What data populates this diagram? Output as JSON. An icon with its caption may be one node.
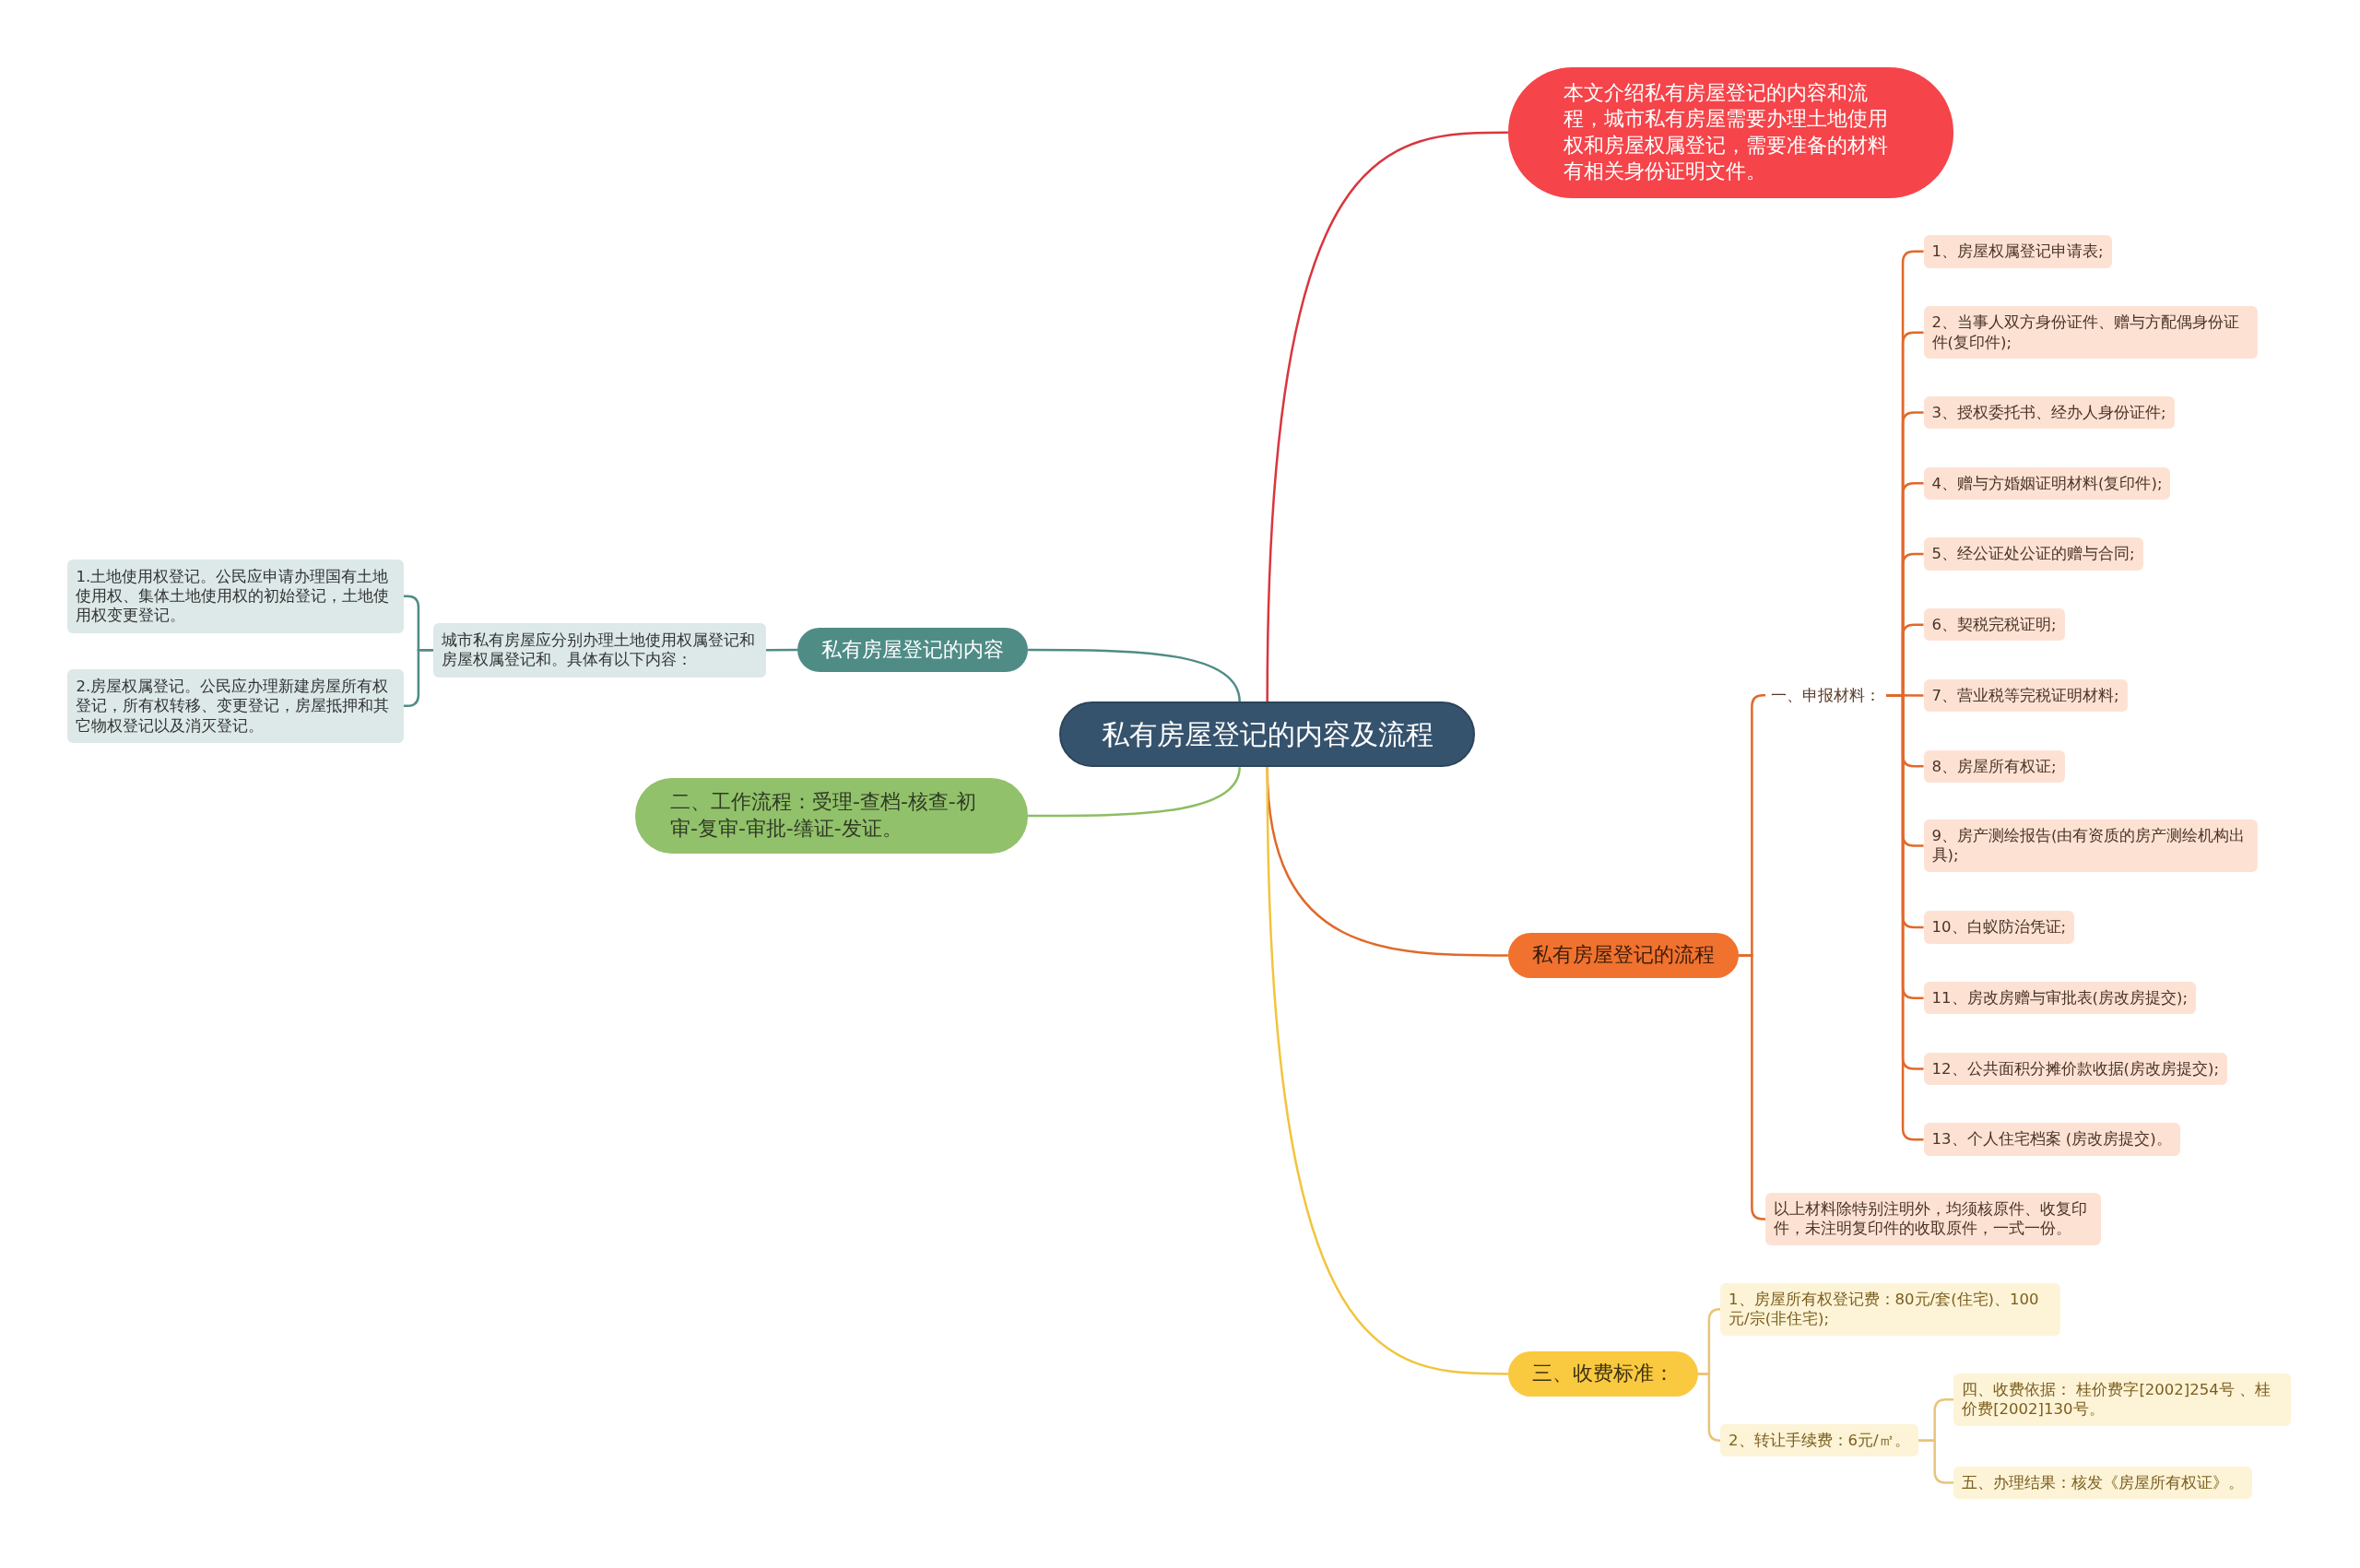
{
  "diagram": {
    "nodes": [
      {
        "text": [
          "私有房屋登记的内容及流程"
        ]
      },
      {
        "text": [
          "本文介绍私有房屋登记的内容和流程，城市私有房屋需要办理土地使用权和房屋权属登记，需要准备的材料有相关身份证明文件。"
        ]
      },
      {
        "text": [
          "私有房屋登记的内容"
        ]
      },
      {
        "text": [
          "城市私有房屋应分别办理土地使用权属登记和房屋权属登记和。具体有以下内容："
        ]
      },
      {
        "text": [
          "1.土地使用权登记。公民应申请办理国有土地使用权、集体土地使用权的初始登记，土地使用权变更登记。"
        ]
      },
      {
        "text": [
          "2.房屋权属登记。公民应办理新建房屋所有权登记，所有权转移、变更登记，房屋抵押和其它物权登记以及消灭登记。"
        ]
      },
      {
        "text": [
          "二、工作流程：受理-查档-核查-初审-复审-审批-缮证-发证。"
        ]
      },
      {
        "text": [
          "私有房屋登记的流程"
        ]
      },
      {
        "text": [
          "一、申报材料："
        ]
      },
      {
        "text": [
          "1、房屋权属登记申请表;"
        ]
      },
      {
        "text": [
          "2、当事人双方身份证件、赠与方配偶身份证件(复印件);"
        ]
      },
      {
        "text": [
          "3、授权委托书、经办人身份证件;"
        ]
      },
      {
        "text": [
          "4、赠与方婚姻证明材料(复印件);"
        ]
      },
      {
        "text": [
          "5、经公证处公证的赠与合同;"
        ]
      },
      {
        "text": [
          "6、契税完税证明;"
        ]
      },
      {
        "text": [
          "7、营业税等完税证明材料;"
        ]
      },
      {
        "text": [
          "8、房屋所有权证;"
        ]
      },
      {
        "text": [
          "9、房产测绘报告(由有资质的房产测绘机构出具);"
        ]
      },
      {
        "text": [
          "10、白蚁防治凭证;"
        ]
      },
      {
        "text": [
          "11、房改房赠与审批表(房改房提交);"
        ]
      },
      {
        "text": [
          "12、公共面积分摊价款收据(房改房提交);"
        ]
      },
      {
        "text": [
          "13、个人住宅档案 (房改房提交)。"
        ]
      },
      {
        "text": [
          "以上材料除特别注明外，均须核原件、收复印件，未注明复印件的收取原件，一式一份。"
        ]
      },
      {
        "text": [
          "三、收费标准："
        ]
      },
      {
        "text": [
          "1、房屋所有权登记费：80元/套(住宅)、100元/宗(非住宅);"
        ]
      },
      {
        "text": [
          "2、转让手续费：6元/㎡。"
        ]
      },
      {
        "text": [
          "四、收费依据： 桂价费字[2002]254号 、桂价费[2002]130号。"
        ]
      },
      {
        "text": [
          "五、办理结果：核发《房屋所有权证》。"
        ]
      }
    ],
    "edges": [
      {
        "from": 0,
        "to": 1,
        "arrow": "none",
        "color": "#d9363e"
      },
      {
        "from": 0,
        "to": 2,
        "arrow": "none",
        "color": "#4f8c86"
      },
      {
        "from": 2,
        "to": 3,
        "arrow": "none",
        "color": "#4f8c86"
      },
      {
        "from": 3,
        "to": 4,
        "arrow": "none",
        "color": "#4f8c86"
      },
      {
        "from": 3,
        "to": 5,
        "arrow": "none",
        "color": "#4f8c86"
      },
      {
        "from": 0,
        "to": 6,
        "arrow": "none",
        "color": "#8dbd63"
      },
      {
        "from": 0,
        "to": 7,
        "arrow": "none",
        "color": "#e0692a"
      },
      {
        "from": 7,
        "to": 8,
        "arrow": "none",
        "color": "#e0692a"
      },
      {
        "from": 8,
        "to": 9,
        "arrow": "none",
        "color": "#e0692a"
      },
      {
        "from": 8,
        "to": 10,
        "arrow": "none",
        "color": "#e0692a"
      },
      {
        "from": 8,
        "to": 11,
        "arrow": "none",
        "color": "#e0692a"
      },
      {
        "from": 8,
        "to": 12,
        "arrow": "none",
        "color": "#e0692a"
      },
      {
        "from": 8,
        "to": 13,
        "arrow": "none",
        "color": "#e0692a"
      },
      {
        "from": 8,
        "to": 14,
        "arrow": "none",
        "color": "#e0692a"
      },
      {
        "from": 8,
        "to": 15,
        "arrow": "none",
        "color": "#e0692a"
      },
      {
        "from": 8,
        "to": 16,
        "arrow": "none",
        "color": "#e0692a"
      },
      {
        "from": 8,
        "to": 17,
        "arrow": "none",
        "color": "#e0692a"
      },
      {
        "from": 8,
        "to": 18,
        "arrow": "none",
        "color": "#e0692a"
      },
      {
        "from": 8,
        "to": 19,
        "arrow": "none",
        "color": "#e0692a"
      },
      {
        "from": 8,
        "to": 20,
        "arrow": "none",
        "color": "#e0692a"
      },
      {
        "from": 8,
        "to": 21,
        "arrow": "none",
        "color": "#e0692a"
      },
      {
        "from": 7,
        "to": 22,
        "arrow": "none",
        "color": "#e0692a"
      },
      {
        "from": 0,
        "to": 23,
        "arrow": "none",
        "color": "#f2c43d"
      },
      {
        "from": 23,
        "to": 24,
        "arrow": "none",
        "color": "#e8c47a"
      },
      {
        "from": 23,
        "to": 25,
        "arrow": "none",
        "color": "#e8c47a"
      },
      {
        "from": 25,
        "to": 26,
        "arrow": "none",
        "color": "#e8c47a"
      },
      {
        "from": 25,
        "to": 27,
        "arrow": "none",
        "color": "#e8c47a"
      }
    ]
  }
}
